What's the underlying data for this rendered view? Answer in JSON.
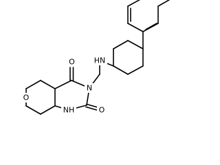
{
  "molecule": {
    "atoms": {
      "ring_oxygen": "O",
      "carbonyl_oxygen_upper": "O",
      "carbonyl_oxygen_lower": "O",
      "imide_nitrogen": "N",
      "amide_nh": "NH",
      "amine_nh": "HN"
    }
  },
  "colors": {
    "background": "#ffffff",
    "bond": "#000000",
    "label": "#000000"
  }
}
